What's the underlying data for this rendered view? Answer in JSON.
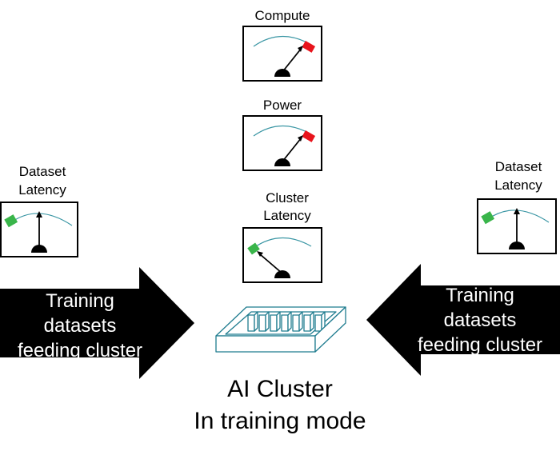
{
  "colors": {
    "dial_arc": "#3a96a4",
    "needle": "#000000",
    "danger": "#e8141c",
    "ok": "#39b54a",
    "cluster_outline": "#1f7c8f",
    "arrow": "#000000"
  },
  "gauges": {
    "compute": {
      "label": "Compute",
      "zone": "danger-icon"
    },
    "power": {
      "label": "Power",
      "zone": "danger-icon"
    },
    "cluster_latency": {
      "label_line1": "Cluster",
      "label_line2": "Latency",
      "zone": "ok-icon"
    },
    "dataset_latency_left": {
      "label_line1": "Dataset",
      "label_line2": "Latency",
      "zone": "ok-icon"
    },
    "dataset_latency_right": {
      "label_line1": "Dataset",
      "label_line2": "Latency",
      "zone": "ok-icon"
    }
  },
  "arrows": {
    "left": {
      "line1": "Training",
      "line2": "datasets",
      "line3": "feeding cluster"
    },
    "right": {
      "line1": "Training",
      "line2": "datasets",
      "line3": "feeding cluster"
    }
  },
  "cluster": {
    "icon": "server-rack-icon",
    "title_line1": "AI Cluster",
    "title_line2": "In training mode"
  }
}
